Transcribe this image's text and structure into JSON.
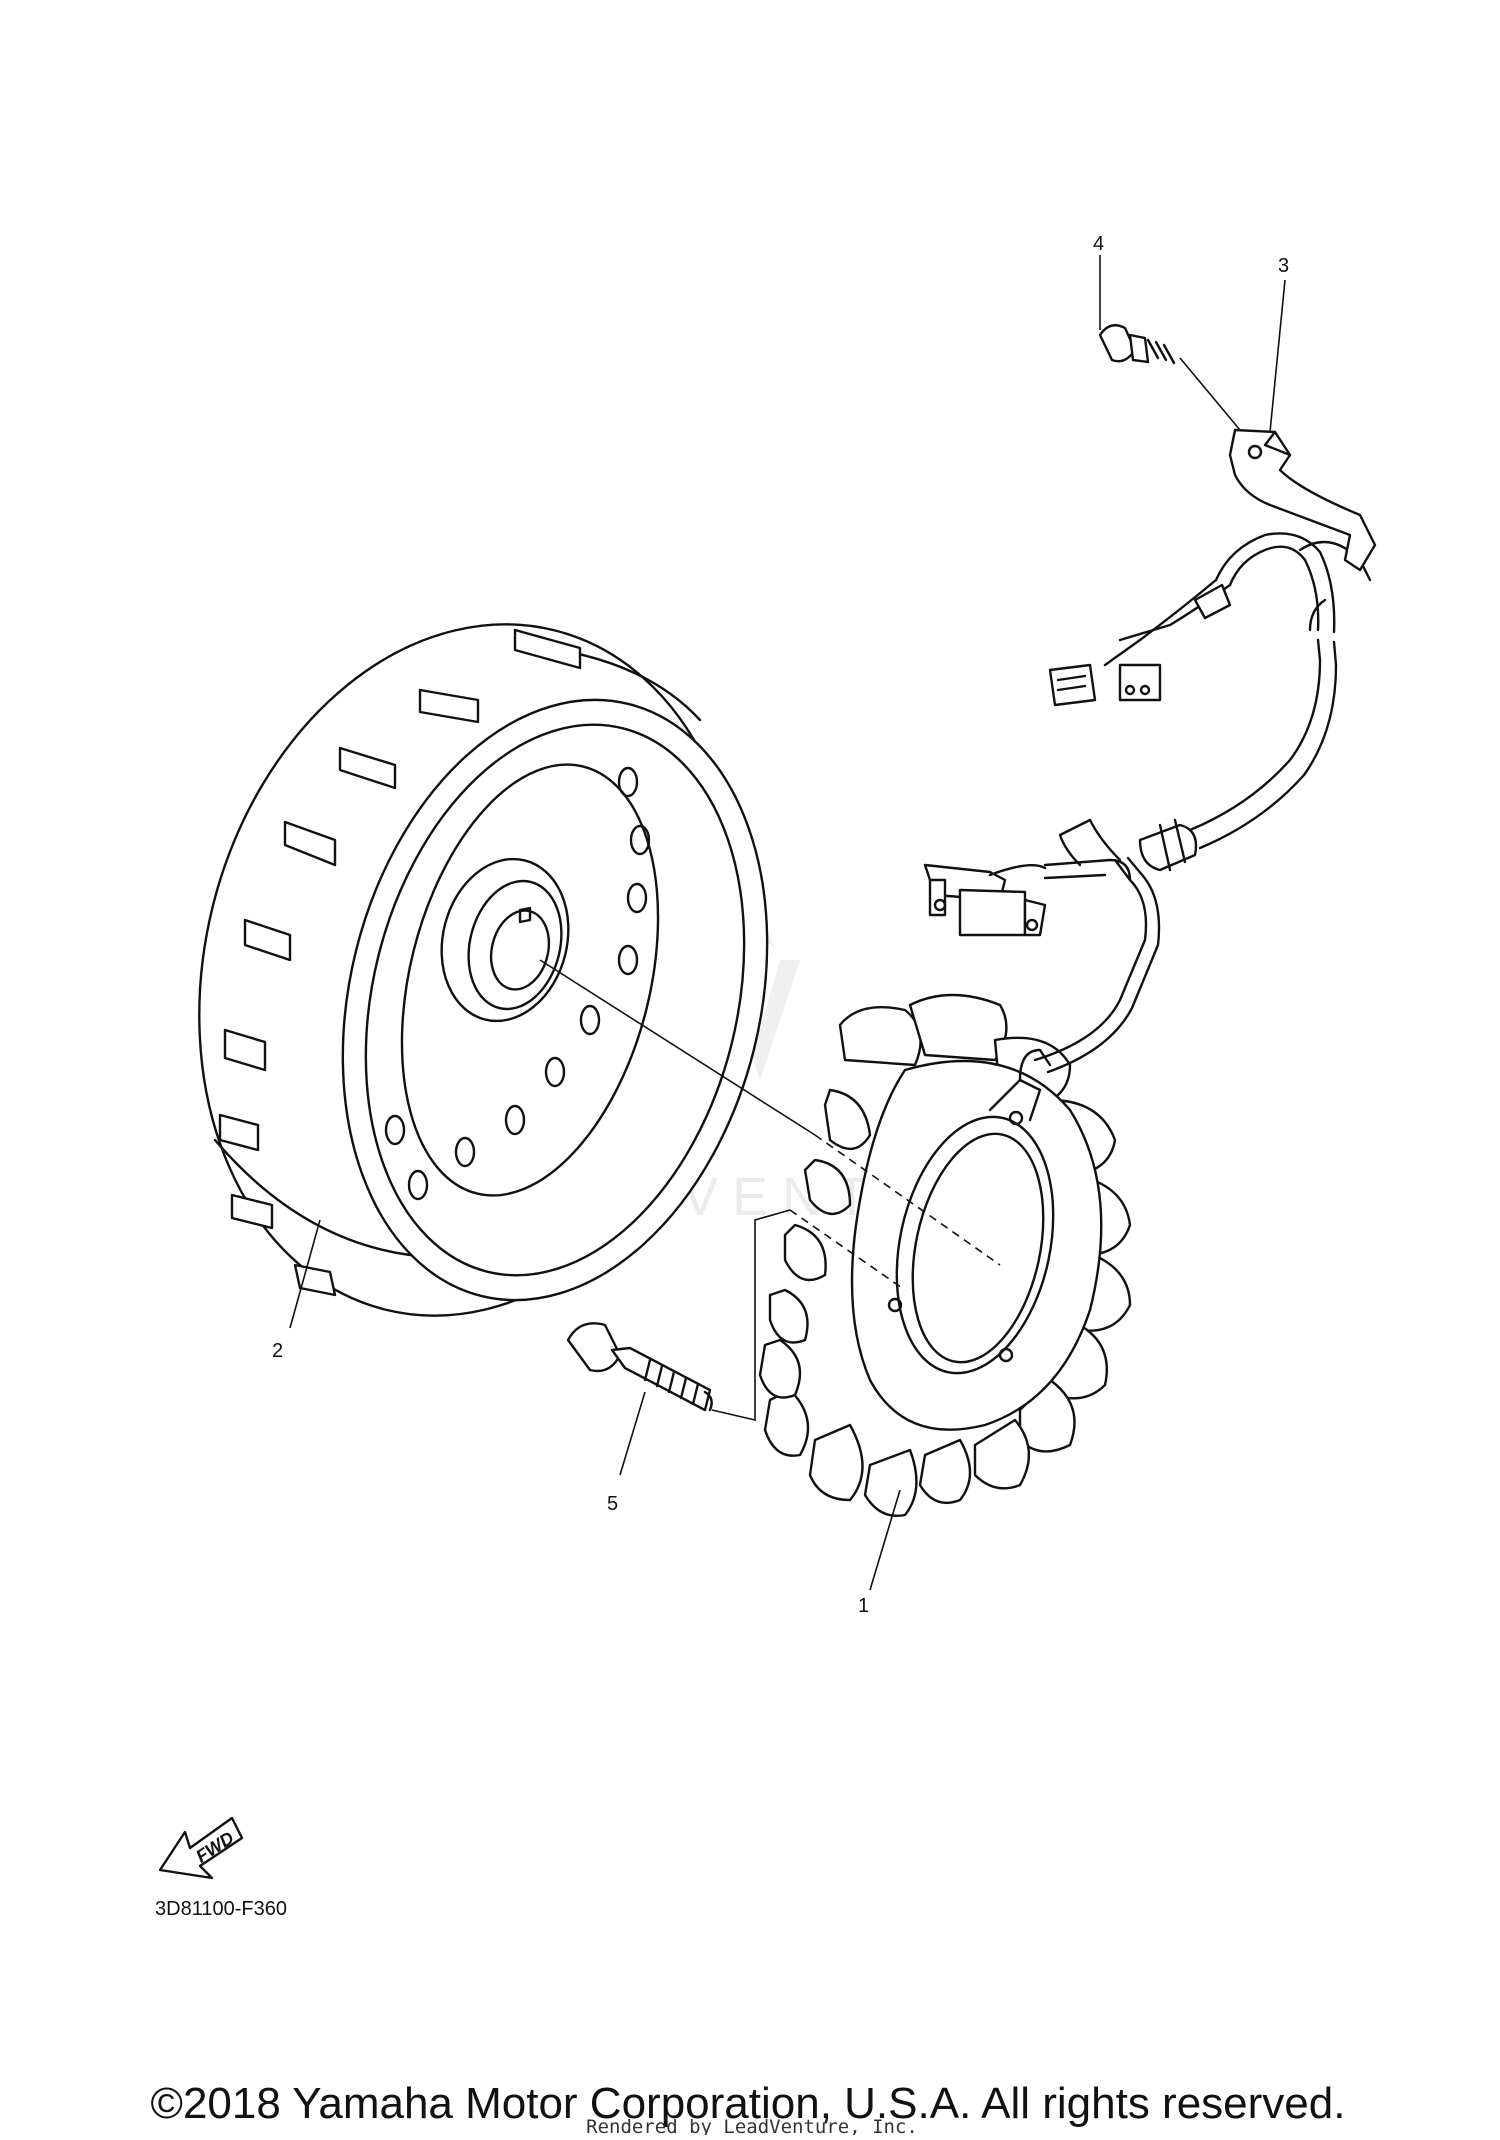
{
  "callouts": [
    {
      "number": "1",
      "part": "stator-assembly"
    },
    {
      "number": "2",
      "part": "rotor-flywheel"
    },
    {
      "number": "3",
      "part": "lead-holder-bracket"
    },
    {
      "number": "4",
      "part": "bracket-screw"
    },
    {
      "number": "5",
      "part": "stator-bolt"
    }
  ],
  "fwd_indicator": {
    "label": "FWD"
  },
  "diagram_code": "3D81100-F360",
  "watermark": {
    "text": "LEADVENTURE"
  },
  "footer": {
    "copyright": "©2018 Yamaha Motor Corporation, U.S.A. All rights reserved.",
    "rendered_by": "Rendered by LeadVenture, Inc."
  }
}
